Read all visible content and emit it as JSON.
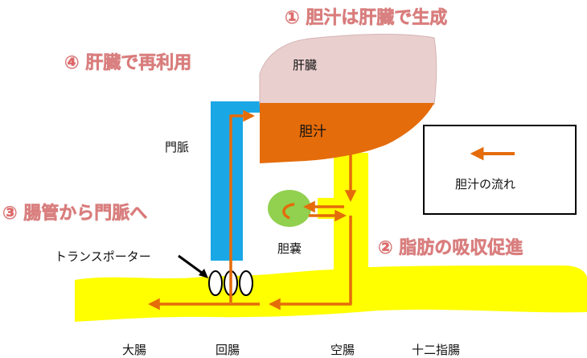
{
  "steps": {
    "step1": "① 胆汁は肝臓で生成",
    "step2": "② 脂肪の吸収促進",
    "step3": "③ 腸管から門脈へ",
    "step4": "④ 肝臓で再利用"
  },
  "labels": {
    "liver": "肝臓",
    "bile": "胆汁",
    "portal_vein": "門脈",
    "gallbladder": "胆嚢",
    "transporter": "トランスポーター",
    "large_intestine": "大腸",
    "ileum": "回腸",
    "jejunum": "空腸",
    "duodenum": "十二指腸"
  },
  "legend": {
    "text": "胆汁の流れ"
  },
  "colors": {
    "liver": "#eacfcf",
    "bile": "#e46c0a",
    "flow_arrow": "#e46c0a",
    "portal_vein": "#1aa7e6",
    "intestine": "#ffff00",
    "gallbladder": "#92d050",
    "step_text": "#e06666"
  }
}
